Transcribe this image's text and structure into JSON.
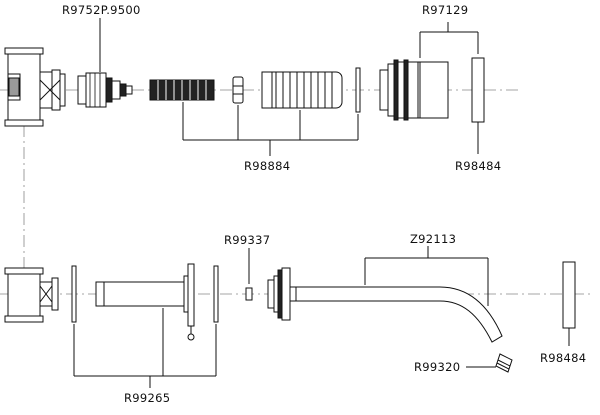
{
  "labels": {
    "r9752p": "R9752P.9500",
    "r97129": "R97129",
    "r98884": "R98884",
    "r98484_top": "R98484",
    "r99337": "R99337",
    "z92113": "Z92113",
    "r99320": "R99320",
    "r98484_bottom": "R98484",
    "r99265": "R99265"
  }
}
